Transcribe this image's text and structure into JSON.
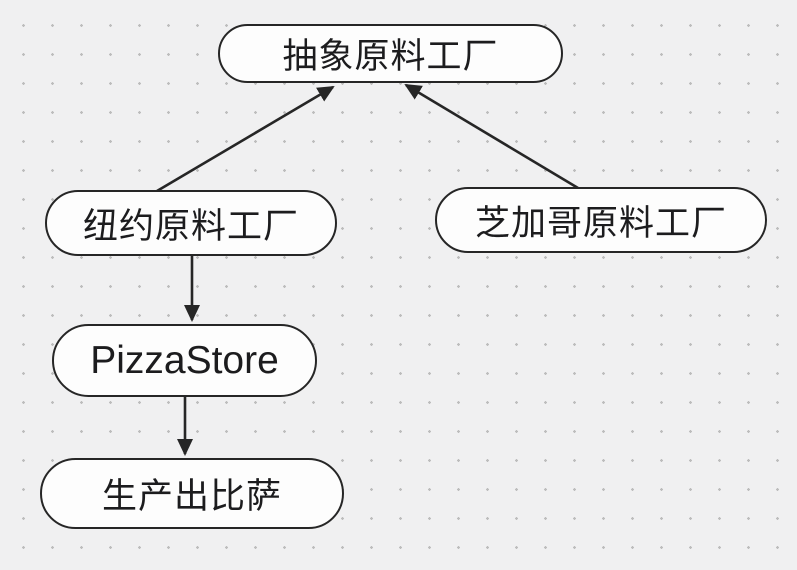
{
  "diagram": {
    "type": "flowchart",
    "nodes": {
      "abstract_factory": {
        "label": "抽象原料工厂"
      },
      "ny_factory": {
        "label": "纽约原料工厂"
      },
      "chicago_factory": {
        "label": "芝加哥原料工厂"
      },
      "pizza_store": {
        "label": "PizzaStore"
      },
      "produce_pizza": {
        "label": "生产出比萨"
      }
    },
    "edges": [
      {
        "from": "纽约原料工厂",
        "to": "抽象原料工厂",
        "arrow": "solid-triangle"
      },
      {
        "from": "芝加哥原料工厂",
        "to": "抽象原料工厂",
        "arrow": "solid-triangle"
      },
      {
        "from": "纽约原料工厂",
        "to": "PizzaStore",
        "arrow": "solid-triangle"
      },
      {
        "from": "PizzaStore",
        "to": "生产出比萨",
        "arrow": "solid-triangle"
      }
    ],
    "colors": {
      "background": "#f0f0f1",
      "grid_dot": "#bdbdbd",
      "node_fill": "#fdfdfd",
      "node_border": "#262626",
      "arrow": "#262626",
      "text": "#1c1c1e"
    }
  }
}
